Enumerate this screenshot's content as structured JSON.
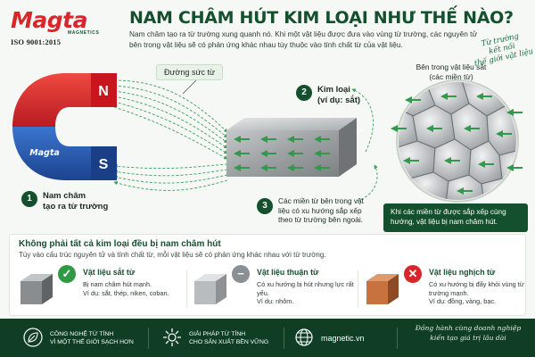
{
  "brand": {
    "logo_text": "Magta",
    "logo_sub": "MAGNETICS",
    "iso": "ISO 9001:2015"
  },
  "header": {
    "title": "NAM CHÂM HÚT KIM LOẠI NHƯ THẾ NÀO?",
    "intro": "Nam châm tạo ra từ trường xung quanh nó. Khi một vật liệu được đưa vào vùng từ trường, các nguyên tử bên trong vật liệu sẽ có phản ứng khác nhau tùy thuộc vào tính chất từ của vật liệu.",
    "slogan_line1": "Từ trường",
    "slogan_line2": "kết nối",
    "slogan_line3": "thế giới vật liệu"
  },
  "diagram": {
    "magnet_pole_n": "N",
    "magnet_pole_s": "S",
    "magnet_brand": "Magta",
    "field_lines_label": "Đường sức từ",
    "callouts": [
      {
        "num": "1",
        "title": "Nam châm",
        "subtitle": "tạo ra từ trường"
      },
      {
        "num": "2",
        "title": "Kim loại",
        "subtitle": "(ví dụ: sắt)"
      },
      {
        "num": "3",
        "text": "Các miền từ bên trong vật liệu có xu hướng sắp xếp theo từ trường bên ngoài."
      }
    ],
    "zoom_label_line1": "Bên trong vật liệu sắt",
    "zoom_label_line2": "(các miền từ)",
    "zoom_caption": "Khi các miền từ được sắp xếp cùng hướng, vật liệu bị nam châm hút."
  },
  "materials_panel": {
    "title": "Không phải tất cả kim loại đều bị nam châm hút",
    "subtitle": "Tùy vào cấu trúc nguyên tử và tính chất từ, mỗi vật liệu sẽ có phản ứng khác nhau với từ trường.",
    "items": [
      {
        "status_icon": "check-icon",
        "status_glyph": "✓",
        "status_color": "#2e9a45",
        "cube_color": "#8a8d90",
        "title": "Vật liệu sắt từ",
        "desc": "Bị nam châm hút mạnh.",
        "example": "Ví dụ: sắt, thép, niken, coban."
      },
      {
        "status_icon": "minus-icon",
        "status_glyph": "−",
        "status_color": "#8a8f93",
        "cube_color": "#b9bcbe",
        "title": "Vật liệu thuận từ",
        "desc": "Có xu hướng bị hút nhưng lực rất yếu.",
        "example": "Ví dụ: nhôm."
      },
      {
        "status_icon": "close-icon",
        "status_glyph": "✕",
        "status_color": "#d8262b",
        "cube_color": "#c8733f",
        "title": "Vật liệu nghịch từ",
        "desc": "Có xu hướng bị đẩy khỏi vùng từ trường mạnh.",
        "example": "Ví dụ: đồng, vàng, bạc."
      }
    ]
  },
  "footer": {
    "items": [
      {
        "icon": "leaf-icon",
        "line1": "CÔNG NGHỆ TỪ TÍNH",
        "line2": "VÌ MỘT THẾ GIỚI SẠCH HƠN"
      },
      {
        "icon": "gear-icon",
        "line1": "GIẢI PHÁP TỪ TÍNH",
        "line2": "CHO SẢN XUẤT BỀN VỮNG"
      },
      {
        "icon": "globe-icon",
        "site": "magnetic.vn"
      }
    ],
    "slogan_line1": "Đồng hành cùng doanh nghiệp",
    "slogan_line2": "kiến tạo giá trị lâu dài"
  },
  "colors": {
    "brand_red": "#d8262b",
    "brand_green": "#14502d",
    "north_pole": "#d8262b",
    "south_pole": "#2a5fb5",
    "field_lines": "#3da05a"
  }
}
